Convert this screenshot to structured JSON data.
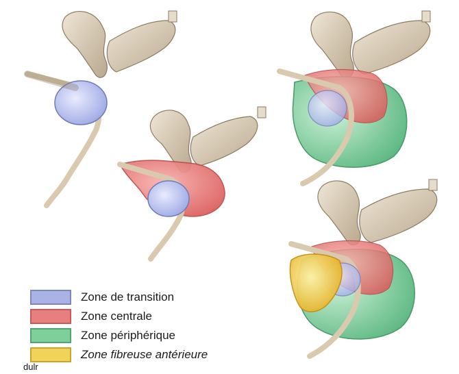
{
  "legend": {
    "items": [
      {
        "label": "Zone de transition",
        "color": "#a9b3e6",
        "border": "#7c86c2"
      },
      {
        "label": "Zone centrale",
        "color": "#e77f7f",
        "border": "#c85a5a"
      },
      {
        "label": "Zone périphérique",
        "color": "#7fcf9b",
        "border": "#4ea773"
      },
      {
        "label": "Zone fibreuse antérieure",
        "color": "#f1d35a",
        "border": "#c9a52d"
      }
    ]
  },
  "credit": "dulr",
  "colors": {
    "transition": "#b8bfee",
    "central": "#e9706f",
    "peripheral": "#7ccf9a",
    "fibromuscular": "#f0c43a",
    "seminal": "#d9ccb6",
    "urethra": "#e4d2b9"
  }
}
